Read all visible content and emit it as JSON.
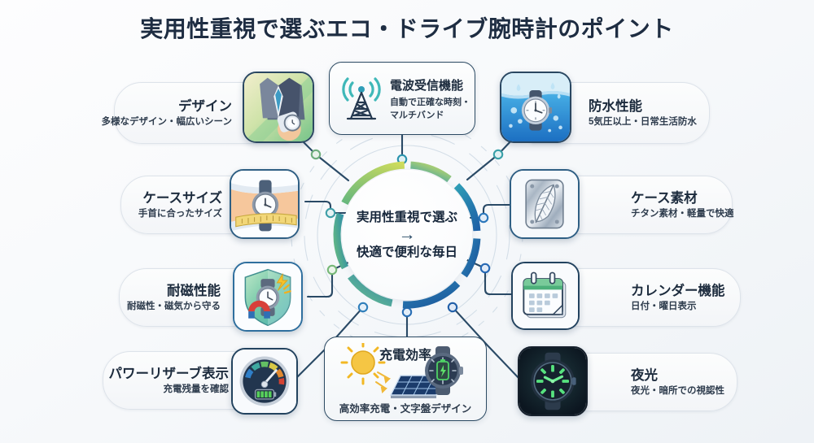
{
  "page": {
    "title": "実用性重視で選ぶエコ・ドライブ腕時計のポイント",
    "background_color": "#f7f9fb",
    "title_color": "#1e2d42"
  },
  "hub": {
    "line1": "実用性重視で選ぶ",
    "arrow": "→",
    "line2": "快適で便利な毎日",
    "ring_colors": [
      "#cddb5a",
      "#7ec27e",
      "#4fb39a",
      "#2f94b5",
      "#2274b8",
      "#1d5699"
    ]
  },
  "items": [
    {
      "id": "design",
      "title": "デザイン",
      "subtitle": "多様なデザイン・幅広いシーン",
      "icon": "suit-watch-icon",
      "side": "left"
    },
    {
      "id": "case-size",
      "title": "ケースサイズ",
      "subtitle": "手首に合ったサイズ",
      "icon": "watch-tape-measure-icon",
      "side": "left"
    },
    {
      "id": "anti-magnetic",
      "title": "耐磁性能",
      "subtitle": "耐磁性・磁気から守る",
      "icon": "shield-magnet-icon",
      "side": "left"
    },
    {
      "id": "power-reserve",
      "title": "パワーリザーブ表示",
      "subtitle": "充電残量を確認",
      "icon": "gauge-battery-icon",
      "side": "left"
    },
    {
      "id": "radio-reception",
      "title": "電波受信機能",
      "subtitle_line1": "自動で正確な時刻・",
      "subtitle_line2": "マルチバンド",
      "icon": "radio-tower-icon",
      "side": "top"
    },
    {
      "id": "charging-efficiency",
      "title": "充電効率",
      "subtitle": "高効率充電・文字盤デザイン",
      "icon": "solar-panel-watch-icon",
      "side": "bottom"
    },
    {
      "id": "water-resistance",
      "title": "防水性能",
      "subtitle": "5気圧以上・日常生活防水",
      "icon": "watch-underwater-icon",
      "side": "right"
    },
    {
      "id": "case-material",
      "title": "ケース素材",
      "subtitle": "チタン素材・軽量で快適",
      "icon": "metal-plate-feather-icon",
      "side": "right"
    },
    {
      "id": "calendar",
      "title": "カレンダー機能",
      "subtitle": "日付・曜日表示",
      "icon": "calendar-icon",
      "side": "right"
    },
    {
      "id": "luminous",
      "title": "夜光",
      "subtitle": "夜光・暗所での視認性",
      "icon": "glowing-watch-icon",
      "side": "right"
    }
  ]
}
